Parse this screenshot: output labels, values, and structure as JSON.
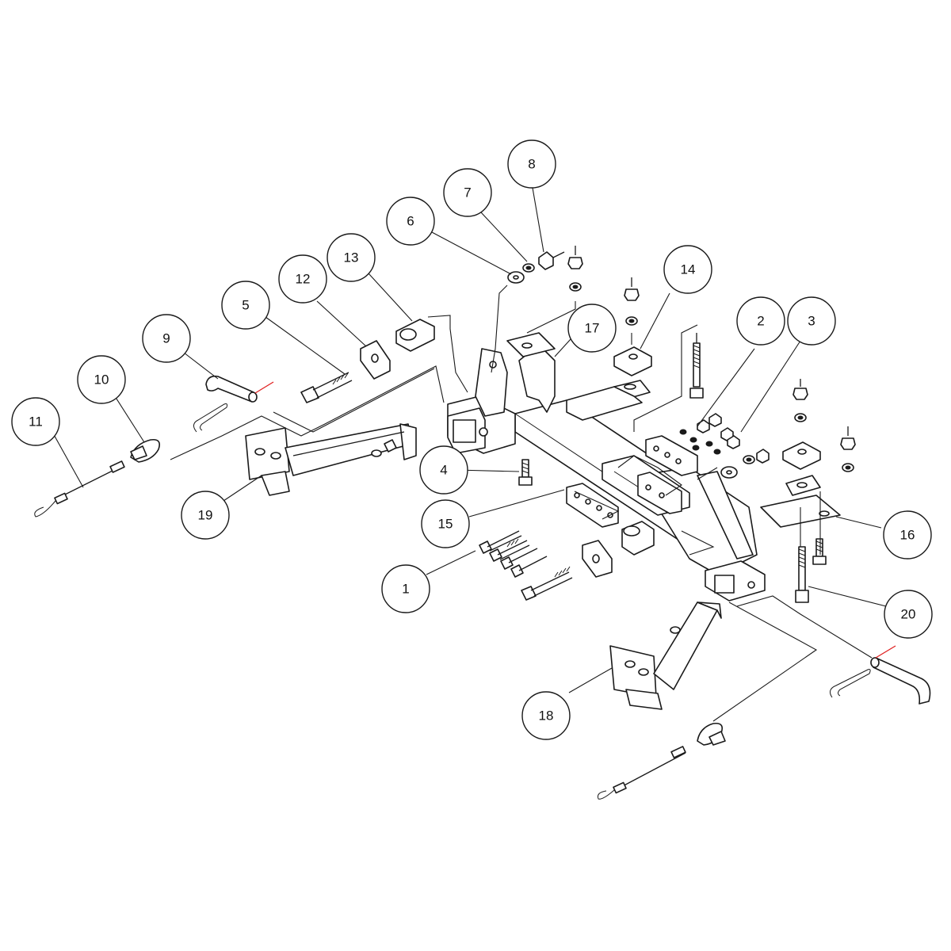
{
  "callouts": [
    {
      "id": "c1",
      "label": "1"
    },
    {
      "id": "c2",
      "label": "2"
    },
    {
      "id": "c3",
      "label": "3"
    },
    {
      "id": "c4",
      "label": "4"
    },
    {
      "id": "c5",
      "label": "5"
    },
    {
      "id": "c6",
      "label": "6"
    },
    {
      "id": "c7",
      "label": "7"
    },
    {
      "id": "c8",
      "label": "8"
    },
    {
      "id": "c9",
      "label": "9"
    },
    {
      "id": "c10",
      "label": "10"
    },
    {
      "id": "c11",
      "label": "11"
    },
    {
      "id": "c12",
      "label": "12"
    },
    {
      "id": "c13",
      "label": "13"
    },
    {
      "id": "c14",
      "label": "14"
    },
    {
      "id": "c15",
      "label": "15"
    },
    {
      "id": "c16",
      "label": "16"
    },
    {
      "id": "c17",
      "label": "17"
    },
    {
      "id": "c18",
      "label": "18"
    },
    {
      "id": "c19",
      "label": "19"
    },
    {
      "id": "c20",
      "label": "20"
    }
  ],
  "colors": {
    "line": "#1a1a1a",
    "accent_red": "#e02020",
    "background": "#ffffff"
  }
}
